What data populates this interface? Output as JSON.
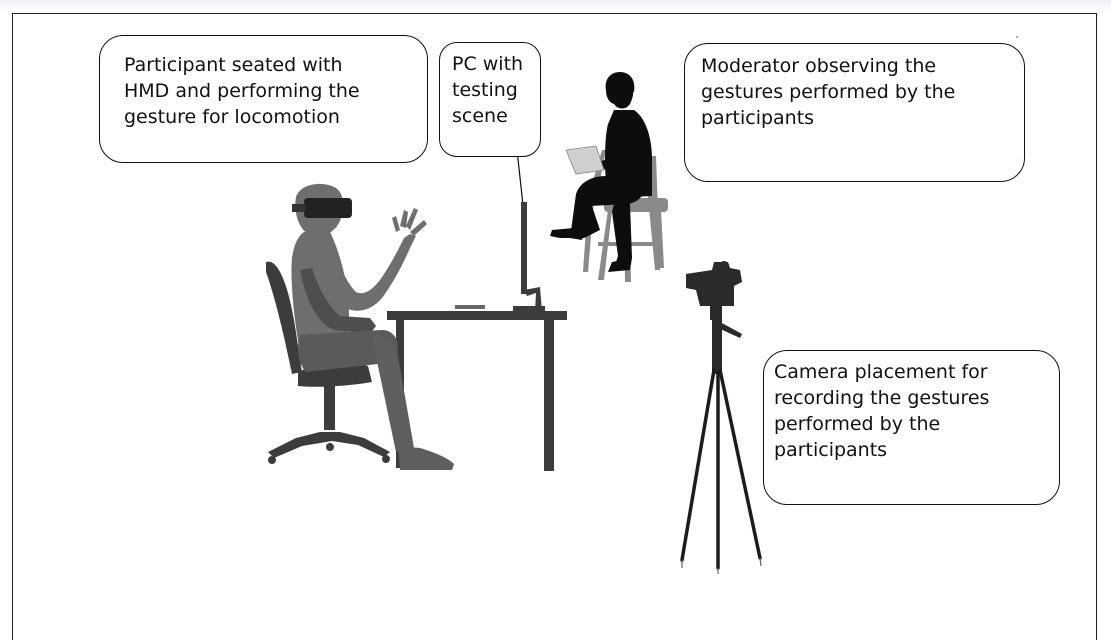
{
  "callouts": {
    "participant": {
      "lines": [
        "Participant seated with",
        "HMD and performing the",
        "gesture for locomotion"
      ]
    },
    "pc": {
      "lines": [
        "PC with",
        "testing",
        "scene"
      ]
    },
    "moderator": {
      "lines": [
        "Moderator observing the",
        "gestures performed by the",
        "participants"
      ]
    },
    "camera": {
      "lines": [
        "Camera placement for",
        "recording the gestures",
        "performed by the",
        "participants"
      ]
    }
  },
  "colors": {
    "participant_figure": "#6e6e6e",
    "participant_shadow": "#4e4e4e",
    "furniture": "#3c3c3c",
    "moderator_figure": "#0d0d0d",
    "stool": "#8a8a8a",
    "camera": "#2a2a2a",
    "outline": "#111111"
  }
}
